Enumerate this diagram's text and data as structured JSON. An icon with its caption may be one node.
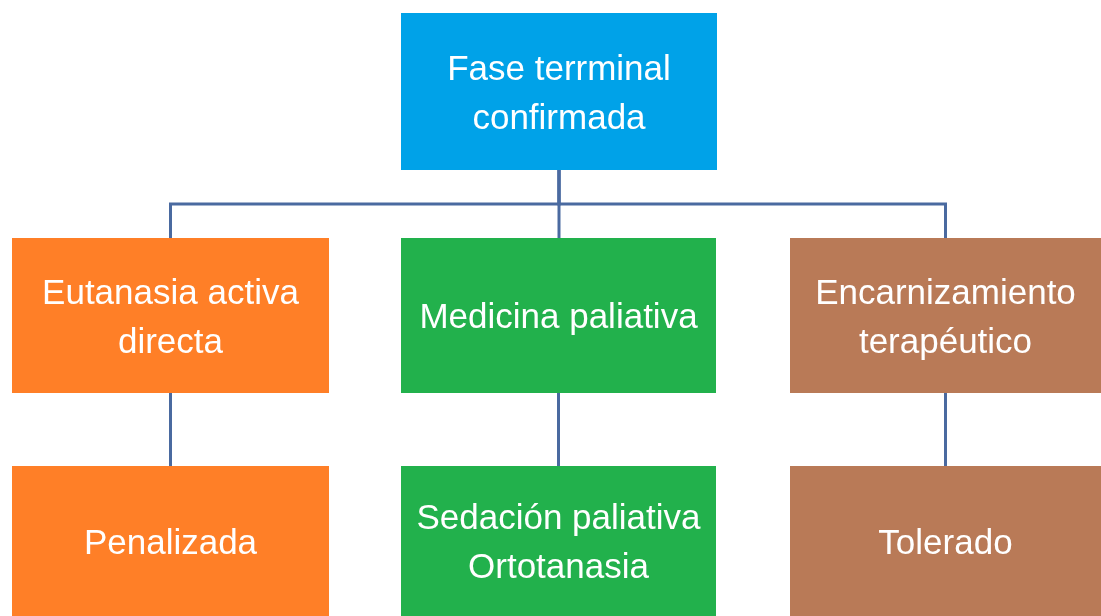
{
  "diagram": {
    "nodes": [
      {
        "text": [
          "Fase terrminal confirmada"
        ]
      },
      {
        "text": [
          "Eutanasia activa directa"
        ]
      },
      {
        "text": [
          "Medicina paliativa"
        ]
      },
      {
        "text": [
          "Encarnizamiento terapéutico"
        ]
      },
      {
        "text": [
          "Penalizada"
        ]
      },
      {
        "text": [
          "Sedación paliativa Ortotanasia"
        ]
      },
      {
        "text": [
          "Tolerado"
        ]
      }
    ],
    "edges": [
      {
        "from": 0,
        "to": 1,
        "arrow": "none"
      },
      {
        "from": 0,
        "to": 2,
        "arrow": "none"
      },
      {
        "from": 0,
        "to": 3,
        "arrow": "none"
      },
      {
        "from": 1,
        "to": 4,
        "arrow": "none"
      },
      {
        "from": 2,
        "to": 5,
        "arrow": "none"
      },
      {
        "from": 3,
        "to": 6,
        "arrow": "none"
      }
    ]
  }
}
